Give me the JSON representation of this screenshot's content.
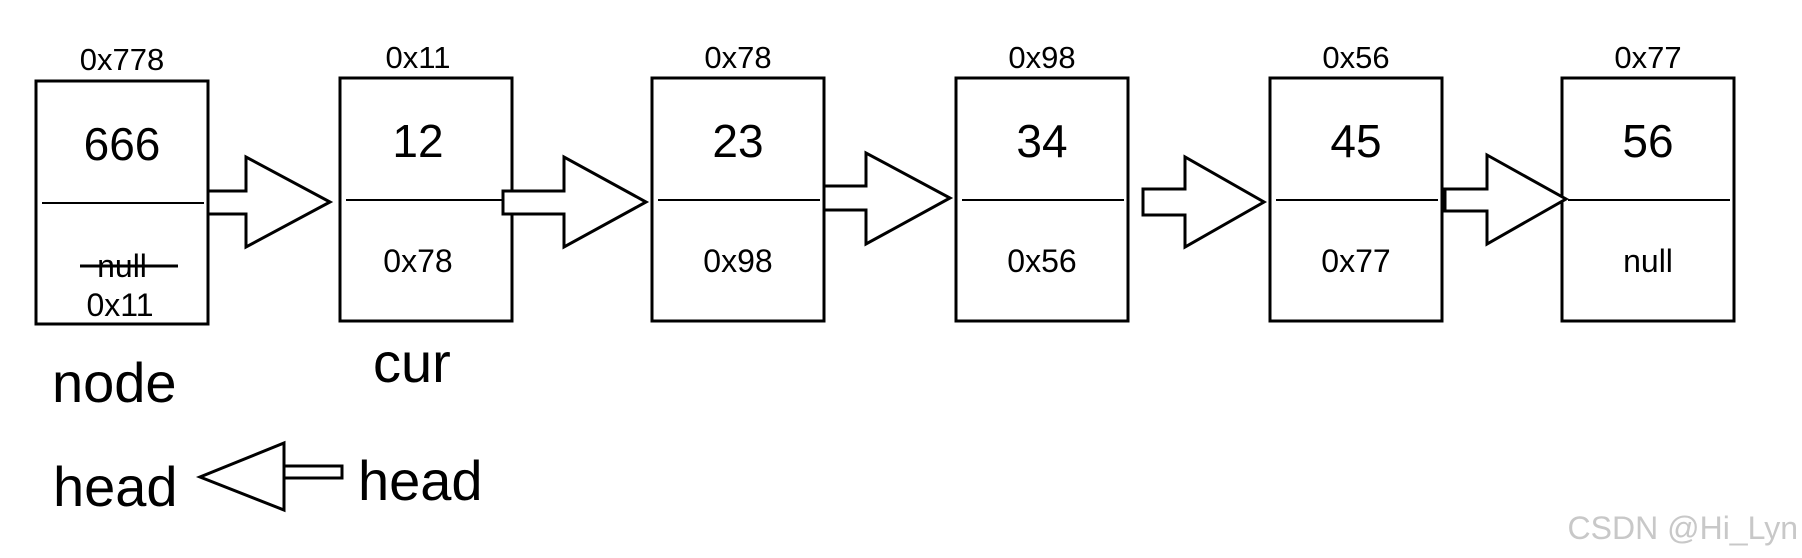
{
  "colors": {
    "stroke": "#000000",
    "background": "#ffffff",
    "watermark": "#c8c8c8"
  },
  "nodes": [
    {
      "address": "0x778",
      "value": "666",
      "next_old": "null",
      "next": "0x11"
    },
    {
      "address": "0x11",
      "value": "12",
      "next": "0x78"
    },
    {
      "address": "0x78",
      "value": "23",
      "next": "0x98"
    },
    {
      "address": "0x98",
      "value": "34",
      "next": "0x56"
    },
    {
      "address": "0x56",
      "value": "45",
      "next": "0x77"
    },
    {
      "address": "0x77",
      "value": "56",
      "next": "null"
    }
  ],
  "labels": {
    "node": "node",
    "cur": "cur",
    "head_new": "head",
    "head_old": "head"
  },
  "watermark": "CSDN @Hi_Lyn"
}
